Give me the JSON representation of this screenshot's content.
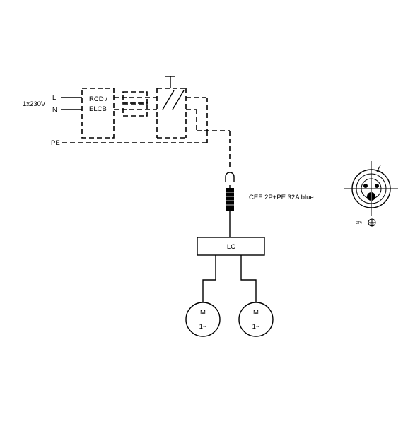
{
  "supply": {
    "voltage_label": "1x230V",
    "line_label": "L",
    "neutral_label": "N",
    "earth_label": "PE"
  },
  "rcd": {
    "line1": "RCD /",
    "line2": "ELCB"
  },
  "connector": {
    "label": "CEE 2P+PE 32A blue",
    "pinout_label": "2P+"
  },
  "controller": {
    "label": "LC"
  },
  "motors": [
    {
      "line1": "M",
      "line2": "1~"
    },
    {
      "line1": "M",
      "line2": "1~"
    }
  ]
}
